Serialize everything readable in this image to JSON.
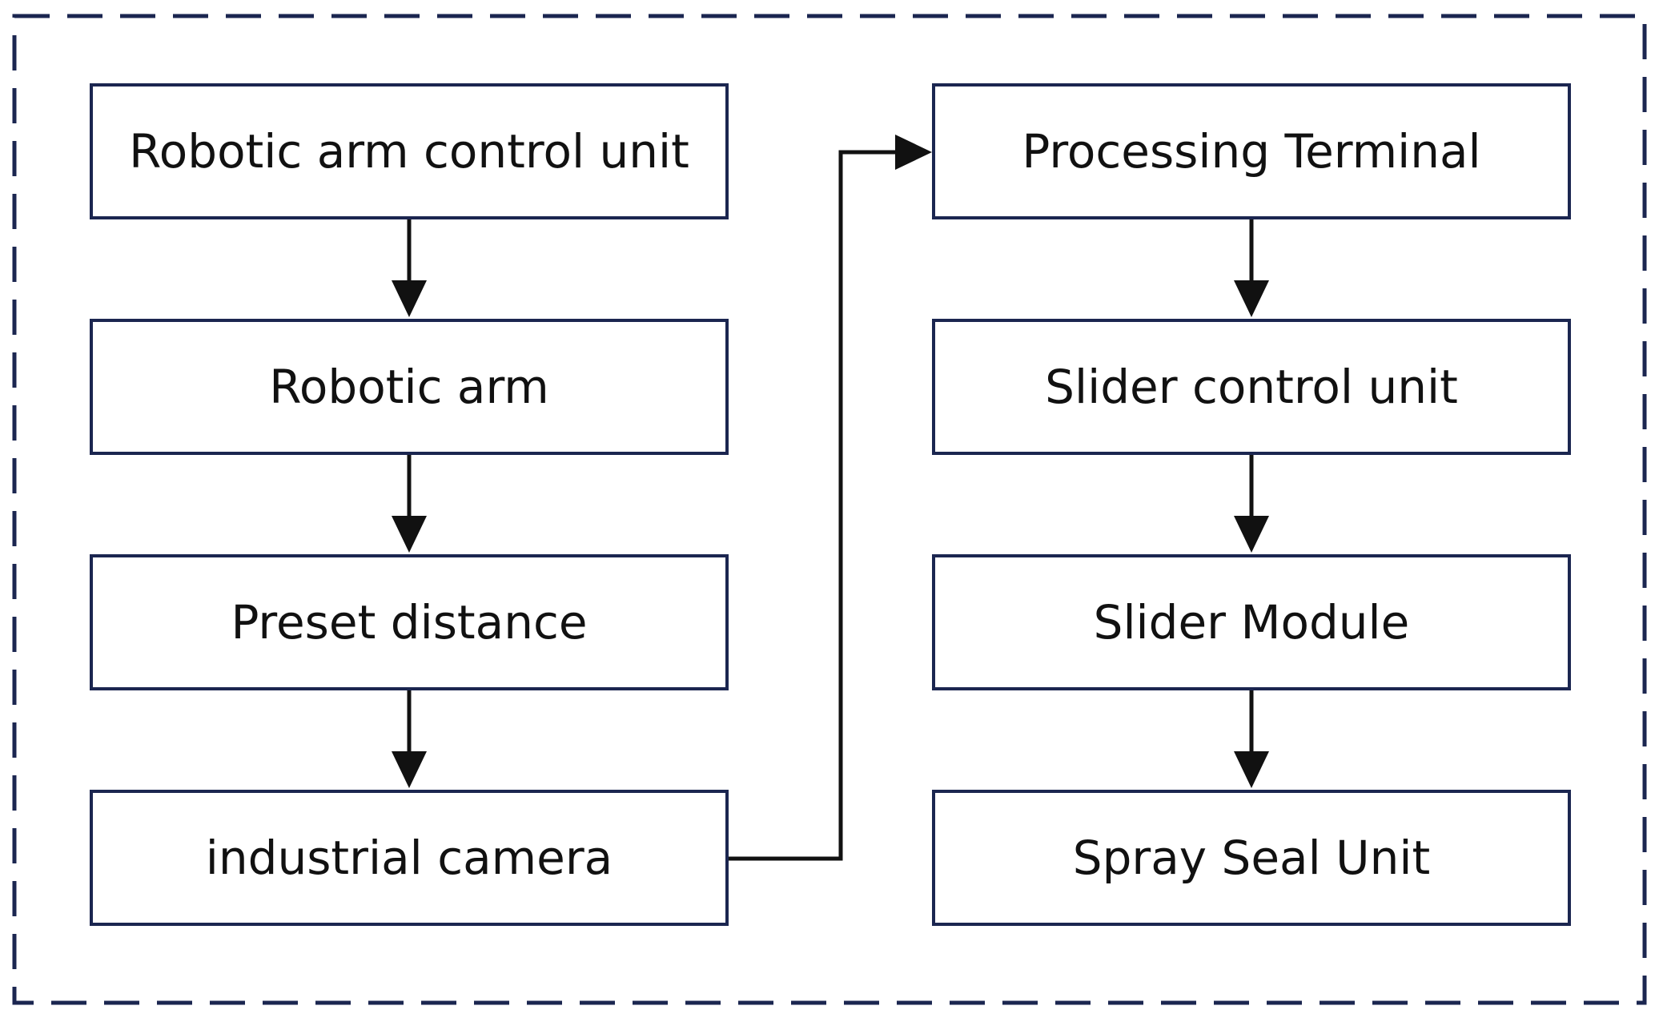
{
  "diagram": {
    "left_column": [
      {
        "label": "Robotic arm control unit"
      },
      {
        "label": "Robotic arm"
      },
      {
        "label": "Preset distance"
      },
      {
        "label": "industrial camera"
      }
    ],
    "right_column": [
      {
        "label": "Processing Terminal"
      },
      {
        "label": "Slider control unit"
      },
      {
        "label": "Slider Module"
      },
      {
        "label": "Spray Seal Unit"
      }
    ]
  },
  "colors": {
    "box_border": "#1b2650",
    "frame_dash": "#1b2650",
    "arrow": "#111111",
    "text": "#111111"
  }
}
